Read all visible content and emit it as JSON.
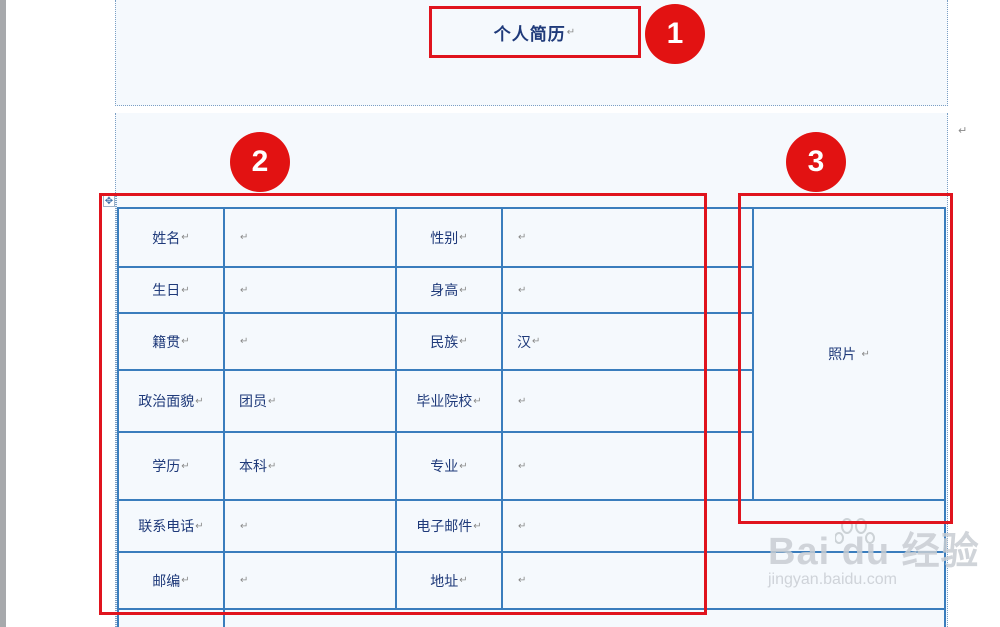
{
  "document": {
    "title": "个人简历",
    "paragraph_mark": "↵"
  },
  "annotations": [
    {
      "number": "1",
      "target": "title"
    },
    {
      "number": "2",
      "target": "info-table"
    },
    {
      "number": "3",
      "target": "photo-cell"
    }
  ],
  "table": {
    "rows": [
      {
        "label1": "姓名",
        "value1": "",
        "label2": "性别",
        "value2": ""
      },
      {
        "label1": "生日",
        "value1": "",
        "label2": "身高",
        "value2": ""
      },
      {
        "label1": "籍贯",
        "value1": "",
        "label2": "民族",
        "value2": "汉"
      },
      {
        "label1": "政治面貌",
        "value1": "团员",
        "label2": "毕业院校",
        "value2": ""
      },
      {
        "label1": "学历",
        "value1": "本科",
        "label2": "专业",
        "value2": ""
      },
      {
        "label1": "联系电话",
        "value1": "",
        "label2": "电子邮件",
        "value2": ""
      },
      {
        "label1": "邮编",
        "value1": "",
        "label2": "地址",
        "value2": ""
      }
    ],
    "photo_label": "照片"
  },
  "watermark": {
    "brand": "Bai du 经验",
    "url": "jingyan.baidu.com"
  },
  "colors": {
    "table_line": "#3a7dbd",
    "annotation_red": "#e0141e",
    "text_blue": "#1f3a7a",
    "page_bg": "#f5f9fd"
  }
}
